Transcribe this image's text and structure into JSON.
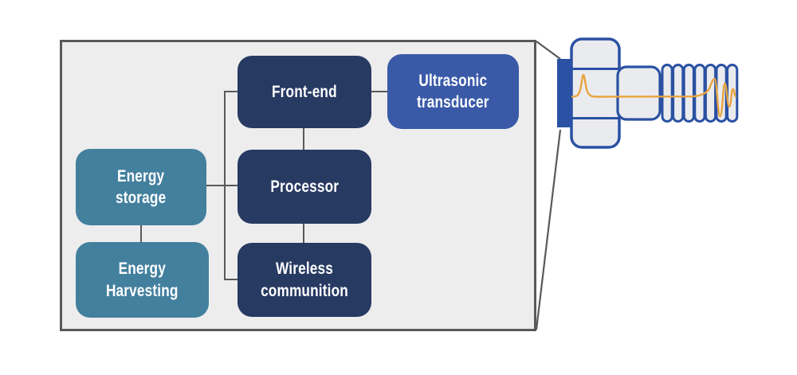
{
  "colors": {
    "navy": "#273a62",
    "royal_blue": "#3a5aa8",
    "teal": "#43809e",
    "connector_gray": "#58595b",
    "panel_fill": "#ededee",
    "panel_border": "#58595b",
    "bolt_outline": "#2a51a3",
    "bolt_fill": "#eaebee",
    "waveform_orange": "#e8a43e",
    "label_text": "#ffffff"
  },
  "diagram": {
    "blocks": [
      {
        "id": "front-end",
        "lines": [
          "Front-end"
        ],
        "color_key": "navy"
      },
      {
        "id": "ultrasonic-transducer",
        "lines": [
          "Ultrasonic",
          "transducer"
        ],
        "color_key": "royal_blue"
      },
      {
        "id": "energy-storage",
        "lines": [
          "Energy",
          "storage"
        ],
        "color_key": "teal"
      },
      {
        "id": "processor",
        "lines": [
          "Processor"
        ],
        "color_key": "navy"
      },
      {
        "id": "energy-harvesting",
        "lines": [
          "Energy",
          "Harvesting"
        ],
        "color_key": "teal"
      },
      {
        "id": "wireless-communition",
        "lines": [
          "Wireless",
          "communition"
        ],
        "color_key": "navy"
      }
    ],
    "connections": [
      "front-end - ultrasonic-transducer",
      "front-end - processor",
      "processor - wireless-communition",
      "energy-storage - processor",
      "energy-storage - energy-harvesting",
      "energy-storage - front-end (power bus)",
      "energy-storage - wireless-communition (power bus)"
    ]
  },
  "illustration": {
    "name": "bolt-with-ultrasonic-transducer",
    "parts": [
      "transducer-element",
      "bolt-head",
      "bolt-shank",
      "bolt-threads"
    ],
    "waveform": "pulse-echo-signal"
  }
}
